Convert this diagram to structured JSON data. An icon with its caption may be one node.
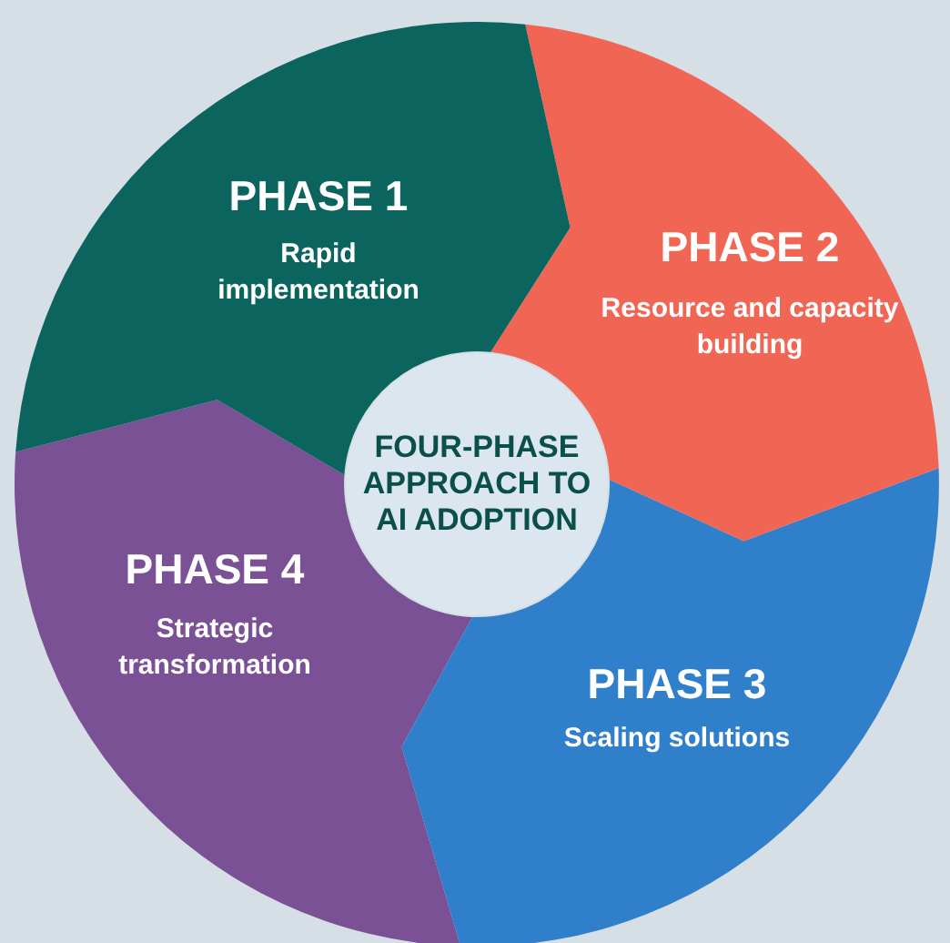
{
  "diagram": {
    "nodes": [
      {
        "text": [
          "FOUR-PHASE APPROACH TO AI ADOPTION"
        ]
      },
      {
        "text": [
          "PHASE 1",
          "Rapid implementation"
        ]
      },
      {
        "text": [
          "PHASE 2",
          "Resource and capacity building"
        ]
      },
      {
        "text": [
          "PHASE 3",
          "Scaling solutions"
        ]
      },
      {
        "text": [
          "PHASE 4",
          "Strategic transformation"
        ]
      }
    ]
  }
}
